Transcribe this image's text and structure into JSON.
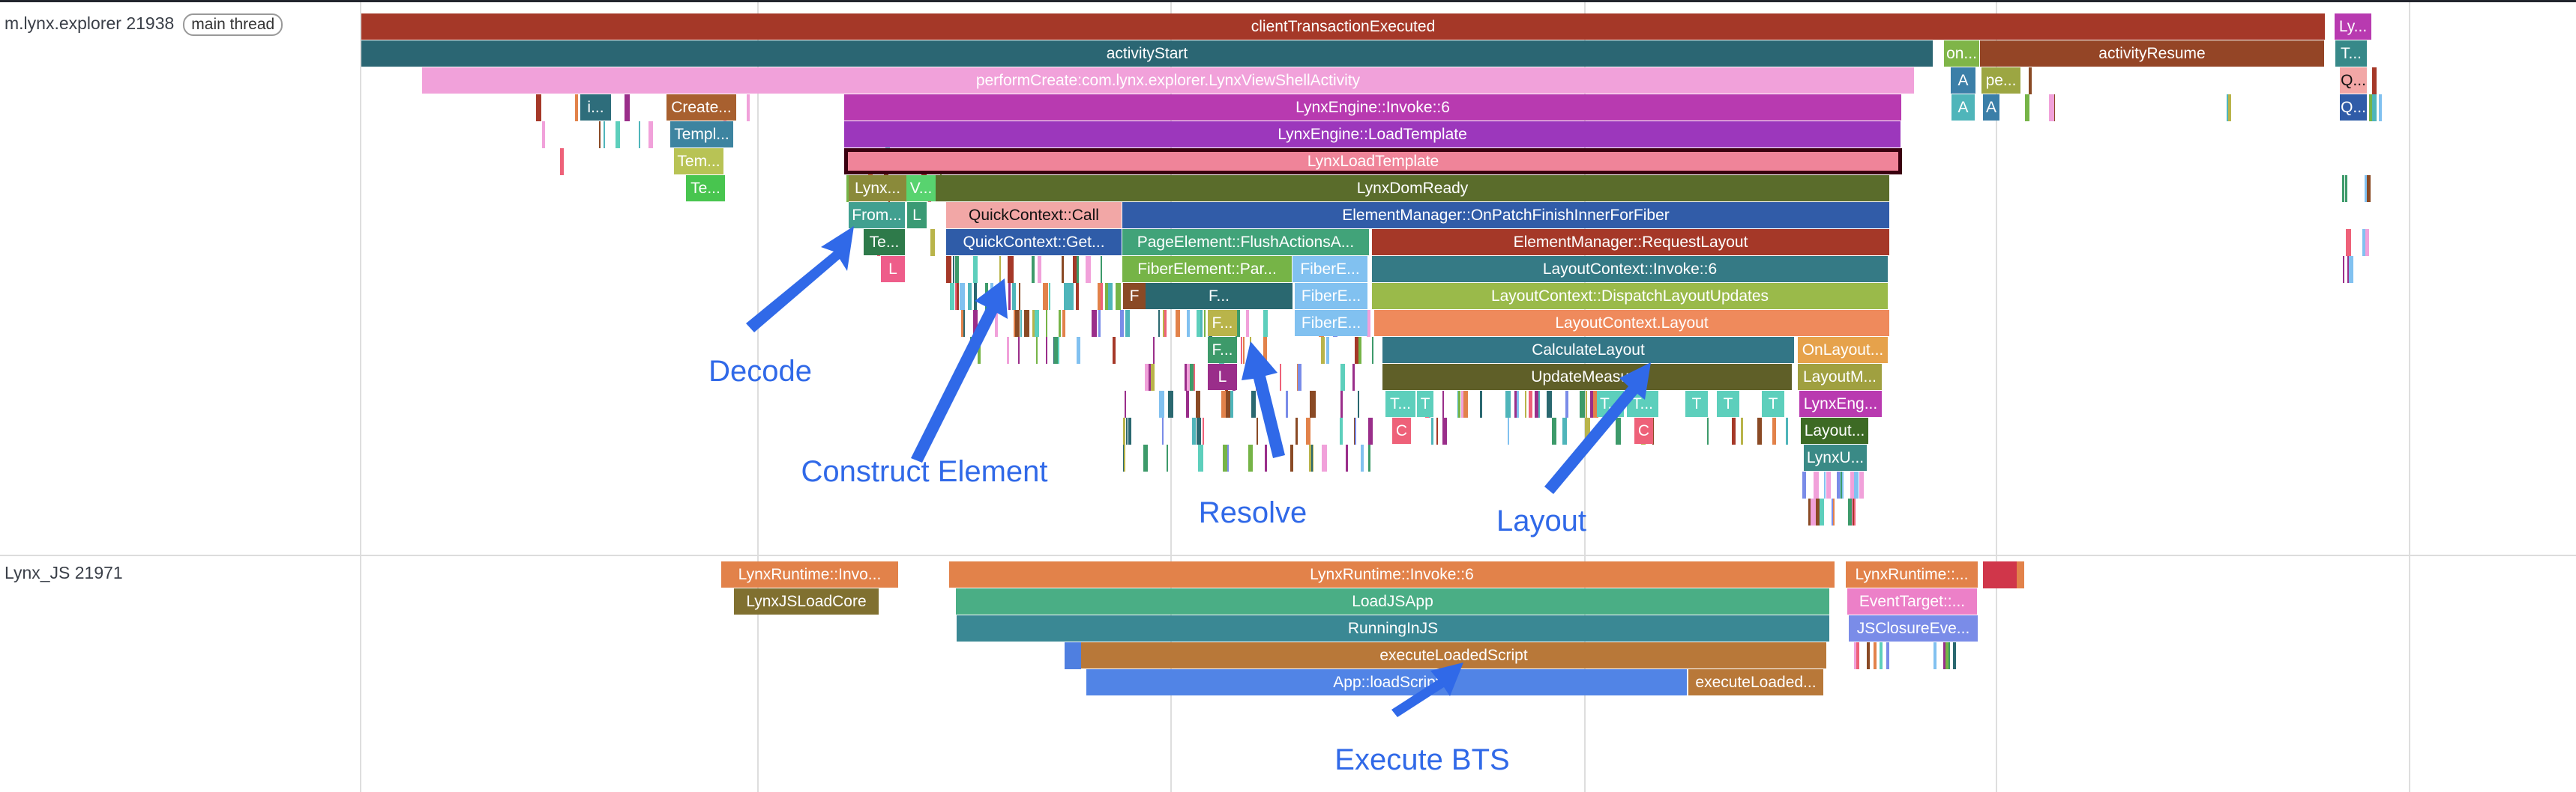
{
  "tracks": {
    "main": {
      "name": "m.lynx.explorer 21938",
      "badge": "main thread"
    },
    "js": {
      "name": "Lynx_JS 21971"
    }
  },
  "main_slices": [
    {
      "label": "clientTransactionExecuted",
      "color": "#a53828"
    },
    {
      "label": "Ly...",
      "color": "#b83ab0"
    },
    {
      "label": "activityStart",
      "color": "#2b6673"
    },
    {
      "label": "on...",
      "color": "#7fb548"
    },
    {
      "label": "activityResume",
      "color": "#944526"
    },
    {
      "label": "T...",
      "color": "#378989"
    },
    {
      "label": "performCreate:com.lynx.explorer.LynxViewShellActivity",
      "color": "#f1a1da"
    },
    {
      "label": "A",
      "color": "#3b7fa8"
    },
    {
      "label": "pe...",
      "color": "#9ca642"
    },
    {
      "label": "Q...",
      "color": "#f2a7a6"
    },
    {
      "label": "i...",
      "color": "#2e6d7b"
    },
    {
      "label": "Create...",
      "color": "#a8602f"
    },
    {
      "label": "LynxEngine::Invoke::6",
      "color": "#b83ab0"
    },
    {
      "label": "A",
      "color": "#4fb5ba"
    },
    {
      "label": "A",
      "color": "#3b7fa8"
    },
    {
      "label": "Q...",
      "color": "#305ca8"
    },
    {
      "label": "Templ...",
      "color": "#3d84a0"
    },
    {
      "label": "LynxEngine::LoadTemplate",
      "color": "#9c37bc"
    },
    {
      "label": "Tem...",
      "color": "#b8c355"
    },
    {
      "label": "LynxLoadTemplate",
      "color": "#ef8499"
    },
    {
      "label": "Te...",
      "color": "#48c54f"
    },
    {
      "label": "Lynx...",
      "color": "#8a8a3a"
    },
    {
      "label": "V...",
      "color": "#58d36f"
    },
    {
      "label": "LynxDomReady",
      "color": "#5a6c2b"
    },
    {
      "label": "From...",
      "color": "#41a090"
    },
    {
      "label": "L",
      "color": "#3a9a74"
    },
    {
      "label": "QuickContext::Call",
      "color": "#f2a7a6"
    },
    {
      "label": "ElementManager::OnPatchFinishInnerForFiber",
      "color": "#315ca8"
    },
    {
      "label": "Te...",
      "color": "#2e7a4a"
    },
    {
      "label": "QuickContext::Get...",
      "color": "#2f5ca8"
    },
    {
      "label": "PageElement::FlushActionsA...",
      "color": "#41a379"
    },
    {
      "label": "ElementManager::RequestLayout",
      "color": "#a53828"
    },
    {
      "label": "L",
      "color": "#ee5d8a"
    },
    {
      "label": "FiberElement::Par...",
      "color": "#76b447"
    },
    {
      "label": "FiberE...",
      "color": "#81c1f0"
    },
    {
      "label": "LayoutContext::Invoke::6",
      "color": "#357a85"
    },
    {
      "label": "F",
      "color": "#8a4a25"
    },
    {
      "label": "F...",
      "color": "#2a6870"
    },
    {
      "label": "FiberE...",
      "color": "#81c1f0"
    },
    {
      "label": "LayoutContext::DispatchLayoutUpdates",
      "color": "#9aba4a"
    },
    {
      "label": "F...",
      "color": "#b9b44a"
    },
    {
      "label": "FiberE...",
      "color": "#81c1f0"
    },
    {
      "label": "LayoutContext.Layout",
      "color": "#ef8a5c"
    },
    {
      "label": "F...",
      "color": "#3d9a6a"
    },
    {
      "label": "CalculateLayout",
      "color": "#337686"
    },
    {
      "label": "OnLayout...",
      "color": "#e6a24b"
    },
    {
      "label": "L",
      "color": "#9a2e8a"
    },
    {
      "label": "UpdateMeasure",
      "color": "#5f5f28"
    },
    {
      "label": "LayoutM...",
      "color": "#a0a040"
    },
    {
      "label": "T...",
      "color": "#5dcfbc"
    },
    {
      "label": "T",
      "color": "#5dcfbc"
    },
    {
      "label": "T...",
      "color": "#5dcfbc"
    },
    {
      "label": "T...",
      "color": "#5dcfbc"
    },
    {
      "label": "T",
      "color": "#5dcfbc"
    },
    {
      "label": "T",
      "color": "#5dcfbc"
    },
    {
      "label": "T",
      "color": "#5dcfbc"
    },
    {
      "label": "LynxEng...",
      "color": "#b93ab0"
    },
    {
      "label": "C",
      "color": "#ee6179"
    },
    {
      "label": "C",
      "color": "#ee6179"
    },
    {
      "label": "Layout...",
      "color": "#3d6a24"
    },
    {
      "label": "LynxU...",
      "color": "#3a8a86"
    }
  ],
  "js_slices": [
    {
      "label": "LynxRuntime::Invo...",
      "color": "#e2824a"
    },
    {
      "label": "LynxRuntime::Invoke::6",
      "color": "#e2824a"
    },
    {
      "label": "LynxRuntime::...",
      "color": "#e2824a"
    },
    {
      "label": "LynxJSLoadCore",
      "color": "#807030"
    },
    {
      "label": "LoadJSApp",
      "color": "#4aae85"
    },
    {
      "label": "EventTarget::...",
      "color": "#ec80c8"
    },
    {
      "label": "RunningInJS",
      "color": "#3a8894"
    },
    {
      "label": "JSClosureEve...",
      "color": "#7a8ce8"
    },
    {
      "label": "executeLoadedScript",
      "color": "#b87839"
    },
    {
      "label": "App::loadScript",
      "color": "#5184e6"
    },
    {
      "label": "executeLoaded...",
      "color": "#b87839"
    }
  ],
  "annotations": {
    "decode": "Decode",
    "construct": "Construct Element",
    "resolve": "Resolve",
    "layout": "Layout",
    "execute": "Execute BTS",
    "color": "#3069e8"
  }
}
